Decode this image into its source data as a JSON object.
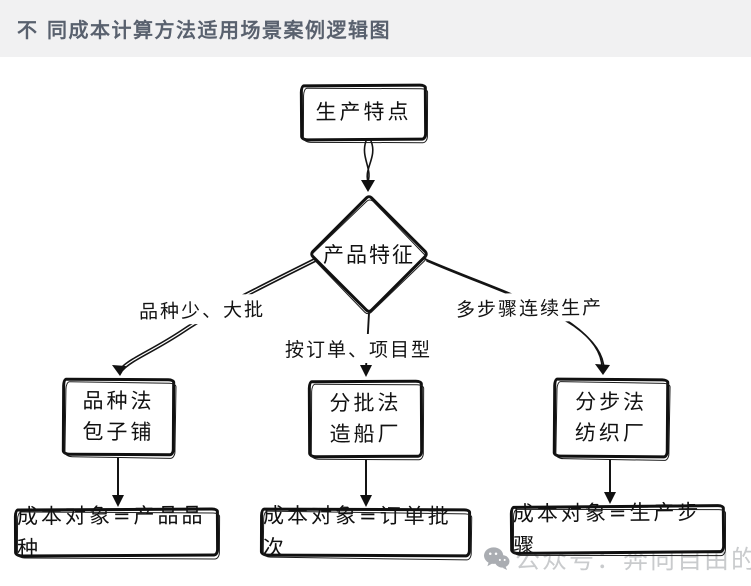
{
  "page": {
    "title": "不 同成本计算方法适用场景案例逻辑图"
  },
  "nodes": {
    "production": {
      "label": "生产特点"
    },
    "decision": {
      "label": "产品特征"
    },
    "method_variety": {
      "line1": "品种法",
      "line2": "包子铺"
    },
    "method_batch": {
      "line1": "分批法",
      "line2": "造船厂"
    },
    "method_step": {
      "line1": "分步法",
      "line2": "纺织厂"
    },
    "object_variety": {
      "label": "成本对象=产品品种"
    },
    "object_batch": {
      "label": "成本对象=订单批次"
    },
    "object_step": {
      "label": "成本对象=生产步骤"
    }
  },
  "edges": {
    "left_label": "品种少、大批",
    "middle_label": "按订单、项目型",
    "right_label": "多步骤连续生产"
  },
  "watermark": {
    "icon": "wechat-icon",
    "text": "公众号：奔向自由的果"
  },
  "colors": {
    "header_bg": "#f1f1f2",
    "title_text": "#59616e",
    "line": "#141414",
    "watermark_text": "#c9cbcd"
  }
}
